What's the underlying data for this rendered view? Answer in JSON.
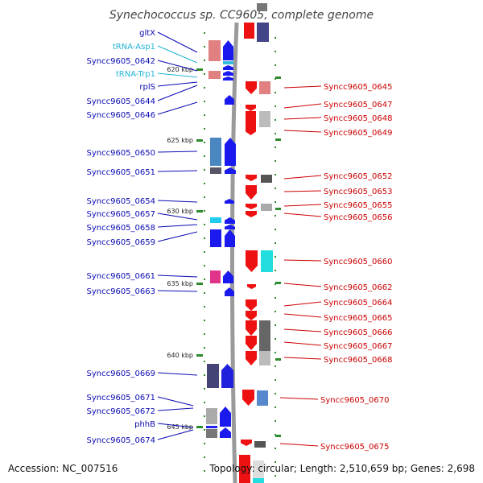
{
  "title": "Synechococcus sp. CC9605, complete genome",
  "accession": "Accession: NC_007516",
  "topology": "Topology: circular; Length: 2,510,659 bp; Genes: 2,698",
  "colors": {
    "reverse_label": "#0a0ab4",
    "forward_label": "#cc0000",
    "rna_label": "#22b4d6",
    "backbone": "#9a9a9a",
    "tick": "#2e8b2e"
  },
  "kbp_markers": [
    {
      "label": "620 kbp"
    },
    {
      "label": "625 kbp"
    },
    {
      "label": "630 kbp"
    },
    {
      "label": "635 kbp"
    },
    {
      "label": "640 kbp"
    },
    {
      "label": "645 kbp"
    }
  ],
  "left_genes": [
    {
      "name": "gltX",
      "kind": "protein"
    },
    {
      "name": "tRNA-Asp1",
      "kind": "rna"
    },
    {
      "name": "Syncc9605_0642",
      "kind": "protein"
    },
    {
      "name": "tRNA-Trp1",
      "kind": "rna"
    },
    {
      "name": "rplS",
      "kind": "protein"
    },
    {
      "name": "Syncc9605_0644",
      "kind": "protein"
    },
    {
      "name": "Syncc9605_0646",
      "kind": "protein"
    },
    {
      "name": "Syncc9605_0650",
      "kind": "protein"
    },
    {
      "name": "Syncc9605_0651",
      "kind": "protein"
    },
    {
      "name": "Syncc9605_0654",
      "kind": "protein"
    },
    {
      "name": "Syncc9605_0657",
      "kind": "protein"
    },
    {
      "name": "Syncc9605_0658",
      "kind": "protein"
    },
    {
      "name": "Syncc9605_0659",
      "kind": "protein"
    },
    {
      "name": "Syncc9605_0661",
      "kind": "protein"
    },
    {
      "name": "Syncc9605_0663",
      "kind": "protein"
    },
    {
      "name": "Syncc9605_0669",
      "kind": "protein"
    },
    {
      "name": "Syncc9605_0671",
      "kind": "protein"
    },
    {
      "name": "Syncc9605_0672",
      "kind": "protein"
    },
    {
      "name": "phhB",
      "kind": "protein"
    },
    {
      "name": "Syncc9605_0674",
      "kind": "protein"
    }
  ],
  "right_genes": [
    {
      "name": "Syncc9605_0645"
    },
    {
      "name": "Syncc9605_0647"
    },
    {
      "name": "Syncc9605_0648"
    },
    {
      "name": "Syncc9605_0649"
    },
    {
      "name": "Syncc9605_0652"
    },
    {
      "name": "Syncc9605_0653"
    },
    {
      "name": "Syncc9605_0655"
    },
    {
      "name": "Syncc9605_0656"
    },
    {
      "name": "Syncc9605_0660"
    },
    {
      "name": "Syncc9605_0662"
    },
    {
      "name": "Syncc9605_0664"
    },
    {
      "name": "Syncc9605_0665"
    },
    {
      "name": "Syncc9605_0666"
    },
    {
      "name": "Syncc9605_0667"
    },
    {
      "name": "Syncc9605_0668"
    },
    {
      "name": "Syncc9605_0670"
    },
    {
      "name": "Syncc9605_0675"
    }
  ]
}
